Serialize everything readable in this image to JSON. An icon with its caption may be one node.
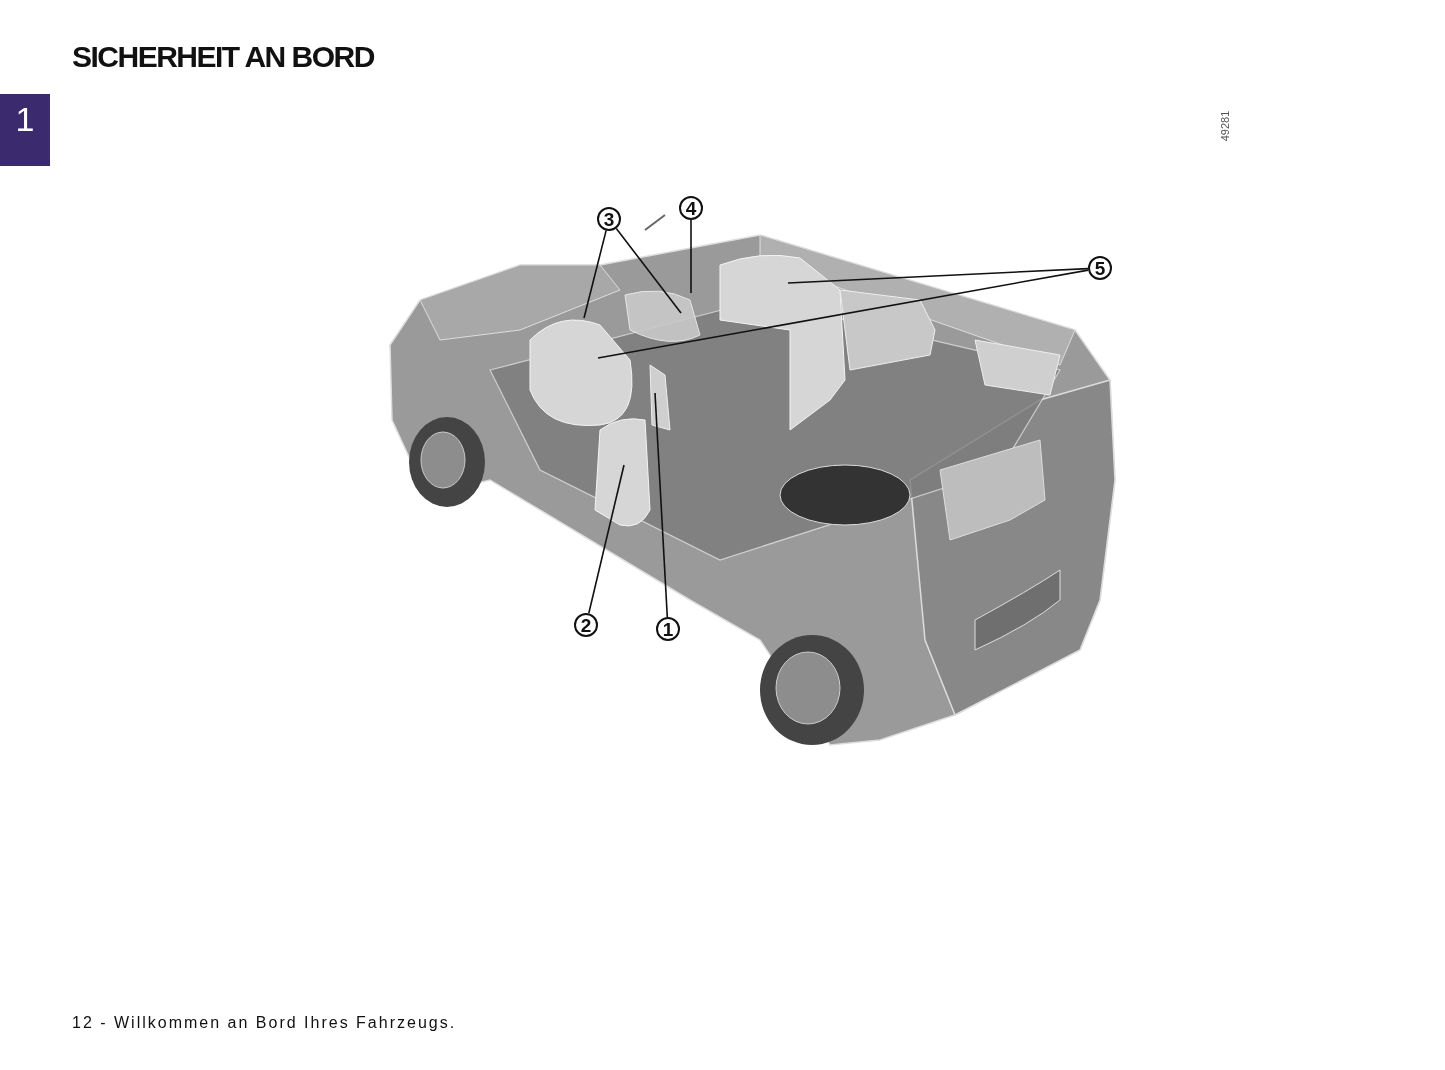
{
  "diagram": {
    "title": "SICHERHEIT AN BORD",
    "caption": "12 - Willkommen an Bord Ihres Fahrzeugs.",
    "nodes": [
      {
        "text": [
          "3"
        ]
      },
      {
        "text": [
          "4"
        ]
      },
      {
        "text": [
          "5"
        ]
      },
      {
        "text": [
          "2"
        ]
      },
      {
        "text": [
          "1"
        ]
      }
    ],
    "edges": [
      {
        "from": 0,
        "to": null,
        "arrow": "none"
      },
      {
        "from": 0,
        "to": null,
        "arrow": "none"
      },
      {
        "from": 1,
        "to": null,
        "arrow": "none"
      },
      {
        "from": 2,
        "to": null,
        "arrow": "none"
      },
      {
        "from": 2,
        "to": null,
        "arrow": "none"
      },
      {
        "from": 3,
        "to": null,
        "arrow": "none"
      },
      {
        "from": 4,
        "to": null,
        "arrow": "none"
      }
    ],
    "labels": [
      "1",
      "49281"
    ]
  }
}
